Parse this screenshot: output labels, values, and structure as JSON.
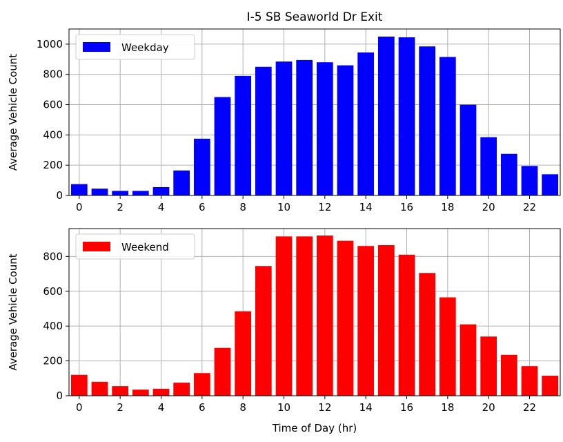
{
  "chart_data": [
    {
      "type": "bar",
      "title": "I-5 SB Seaworld Dr Exit",
      "xlabel": "",
      "ylabel": "Average Vehicle Count",
      "x": [
        0,
        1,
        2,
        3,
        4,
        5,
        6,
        7,
        8,
        9,
        10,
        11,
        12,
        13,
        14,
        15,
        16,
        17,
        18,
        19,
        20,
        21,
        22,
        23
      ],
      "xticks": [
        0,
        2,
        4,
        6,
        8,
        10,
        12,
        14,
        16,
        18,
        20,
        22
      ],
      "xlim": [
        -0.5,
        23.5
      ],
      "ylim": [
        0,
        1100
      ],
      "yticks": [
        0,
        200,
        400,
        600,
        800,
        1000
      ],
      "grid": true,
      "legend_position": "top-left",
      "series": [
        {
          "name": "Weekday",
          "color": "#0000ff",
          "values": [
            75,
            45,
            30,
            30,
            55,
            165,
            375,
            650,
            790,
            850,
            885,
            895,
            880,
            860,
            945,
            1050,
            1045,
            985,
            915,
            600,
            385,
            275,
            195,
            140
          ]
        }
      ]
    },
    {
      "type": "bar",
      "title": "",
      "xlabel": "Time of Day (hr)",
      "ylabel": "Average Vehicle Count",
      "x": [
        0,
        1,
        2,
        3,
        4,
        5,
        6,
        7,
        8,
        9,
        10,
        11,
        12,
        13,
        14,
        15,
        16,
        17,
        18,
        19,
        20,
        21,
        22,
        23
      ],
      "xticks": [
        0,
        2,
        4,
        6,
        8,
        10,
        12,
        14,
        16,
        18,
        20,
        22
      ],
      "xlim": [
        -0.5,
        23.5
      ],
      "ylim": [
        0,
        960
      ],
      "yticks": [
        0,
        200,
        400,
        600,
        800
      ],
      "grid": true,
      "legend_position": "top-left",
      "series": [
        {
          "name": "Weekend",
          "color": "#ff0000",
          "values": [
            120,
            80,
            55,
            35,
            40,
            75,
            130,
            275,
            485,
            745,
            915,
            915,
            920,
            890,
            860,
            865,
            810,
            705,
            565,
            410,
            340,
            235,
            170,
            115
          ]
        }
      ]
    }
  ]
}
